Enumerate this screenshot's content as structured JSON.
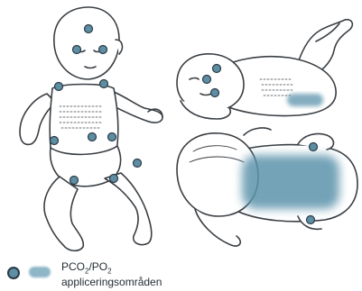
{
  "legend": {
    "line1_prefix": "PCO",
    "line1_sub1": "2",
    "line1_mid": "/PO",
    "line1_sub2": "2",
    "line2": "appliceringsområden"
  },
  "colors": {
    "sensor_fill": "#5d8ea4",
    "sensor_outline": "#2b3b45",
    "area_fill": "#5b93ab",
    "line": "#3a3f44"
  }
}
